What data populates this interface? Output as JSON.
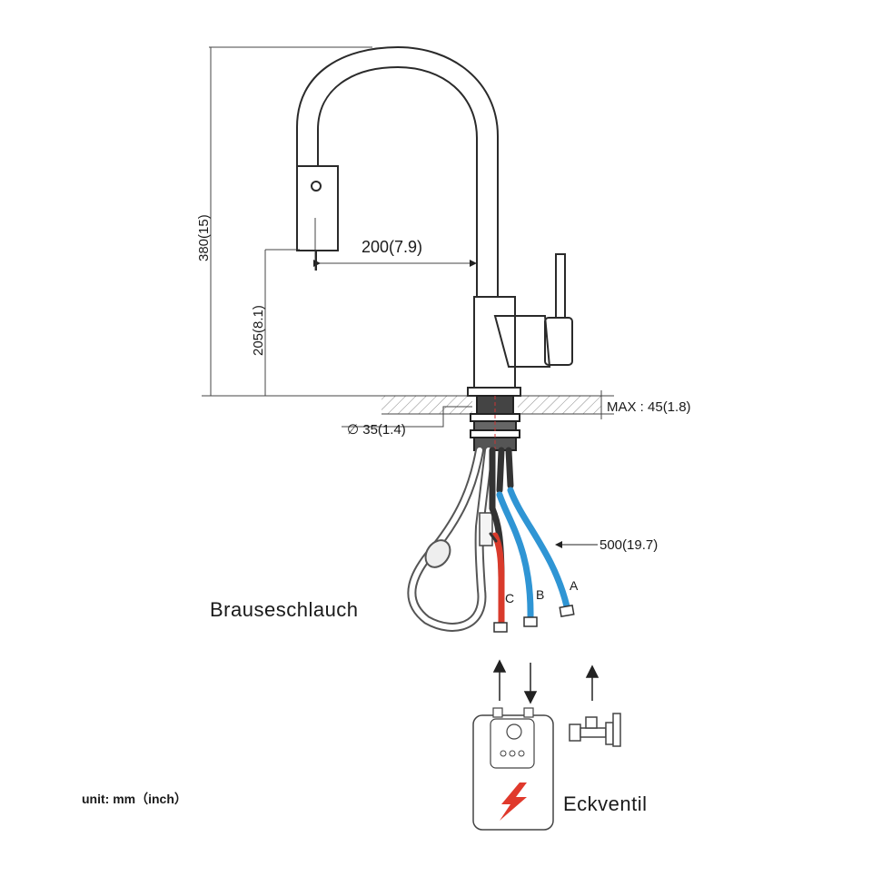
{
  "dimensions": {
    "total_height": "380(15)",
    "spout_height": "205(8.1)",
    "spout_reach": "200(7.9)",
    "max_thickness": "MAX : 45(1.8)",
    "hole_diameter": "∅ 35(1.4)",
    "hose_length": "500(19.7)"
  },
  "hoses": {
    "a": "A",
    "b": "B",
    "c": "C"
  },
  "labels": {
    "shower_hose": "Brauseschlauch",
    "angle_valve": "Eckventil",
    "unit": "unit: mm（inch）"
  },
  "colors": {
    "hot_hose": "#d93a2b",
    "cold_hose": "#2f95d4",
    "line": "#2a2a2a",
    "heater_bolt": "#e0392c"
  }
}
